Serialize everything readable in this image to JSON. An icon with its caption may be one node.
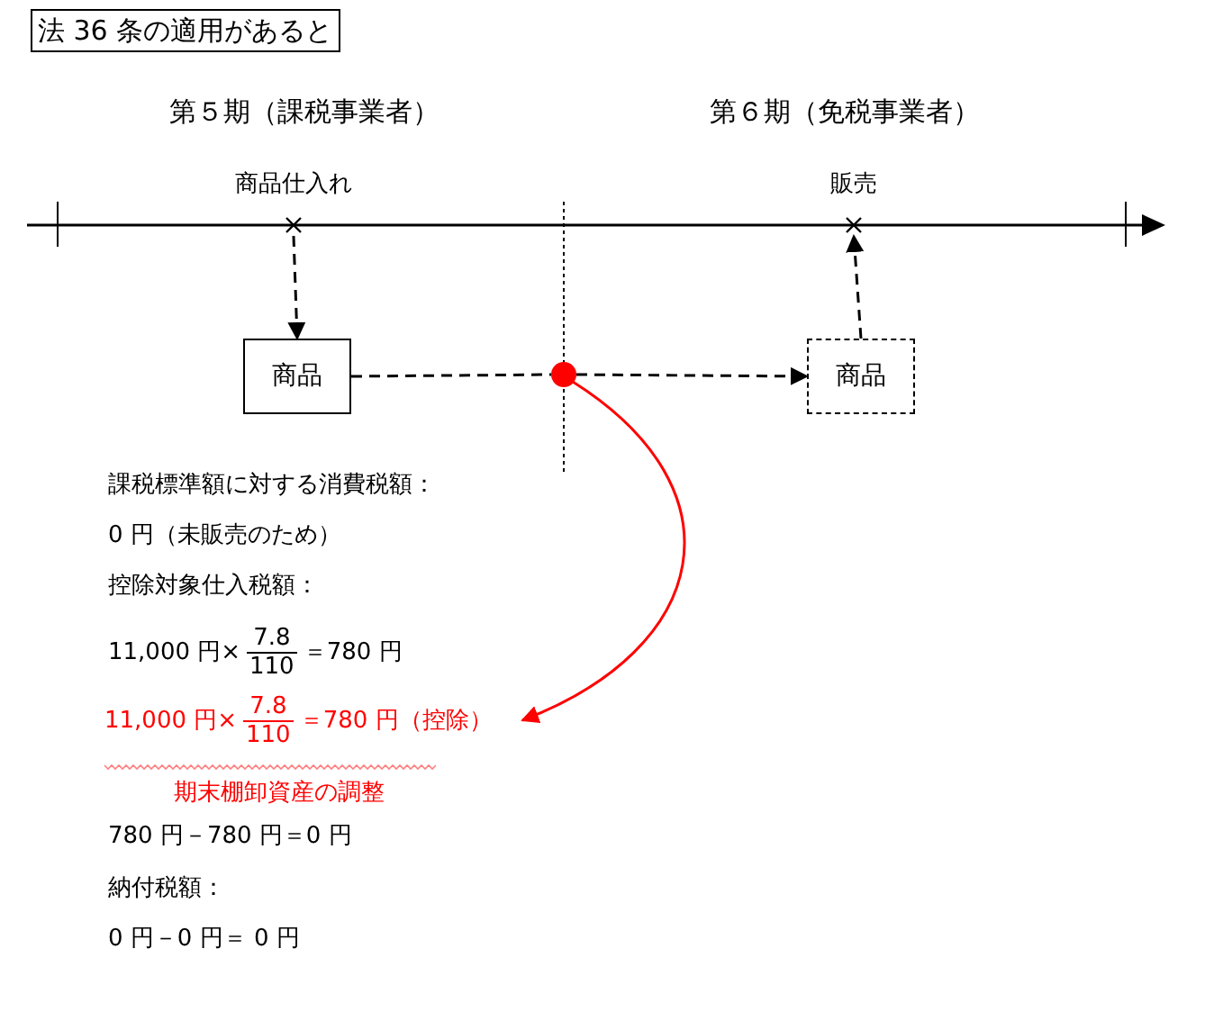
{
  "diagram": {
    "title": "法 36 条の適用があると",
    "nodes": [
      {
        "text": [
          "商品仕入れ"
        ]
      },
      {
        "text": [
          "商品"
        ]
      },
      {
        "text": [],
        "shape": "circle"
      },
      {
        "text": [
          "商品"
        ]
      },
      {
        "text": [
          "販売"
        ]
      },
      {
        "text": [
          "11,000 円×",
          "7.8",
          "110",
          "＝780 円（控除）"
        ]
      }
    ],
    "edges": [
      {
        "from": 0,
        "to": 1,
        "arrow": "to",
        "style": "dashed"
      },
      {
        "from": 1,
        "to": 2,
        "arrow": "none",
        "style": "dashed"
      },
      {
        "from": 2,
        "to": 3,
        "arrow": "to",
        "style": "dashed"
      },
      {
        "from": 3,
        "to": 4,
        "arrow": "to",
        "style": "dashed"
      },
      {
        "from": 2,
        "to": 5,
        "arrow": "to",
        "color": "#ff0000"
      }
    ],
    "labels": [
      "第５期（課税事業者）",
      "第６期（免税事業者）",
      "課税標準額に対する消費税額：",
      "0 円（未販売のため）",
      "控除対象仕入税額：",
      "11,000 円×",
      "7.8",
      "110",
      "＝780 円",
      "期末棚卸資産の調整",
      "780 円－780 円＝0 円",
      "納付税額：",
      "0 円－0 円＝ 0 円"
    ]
  }
}
